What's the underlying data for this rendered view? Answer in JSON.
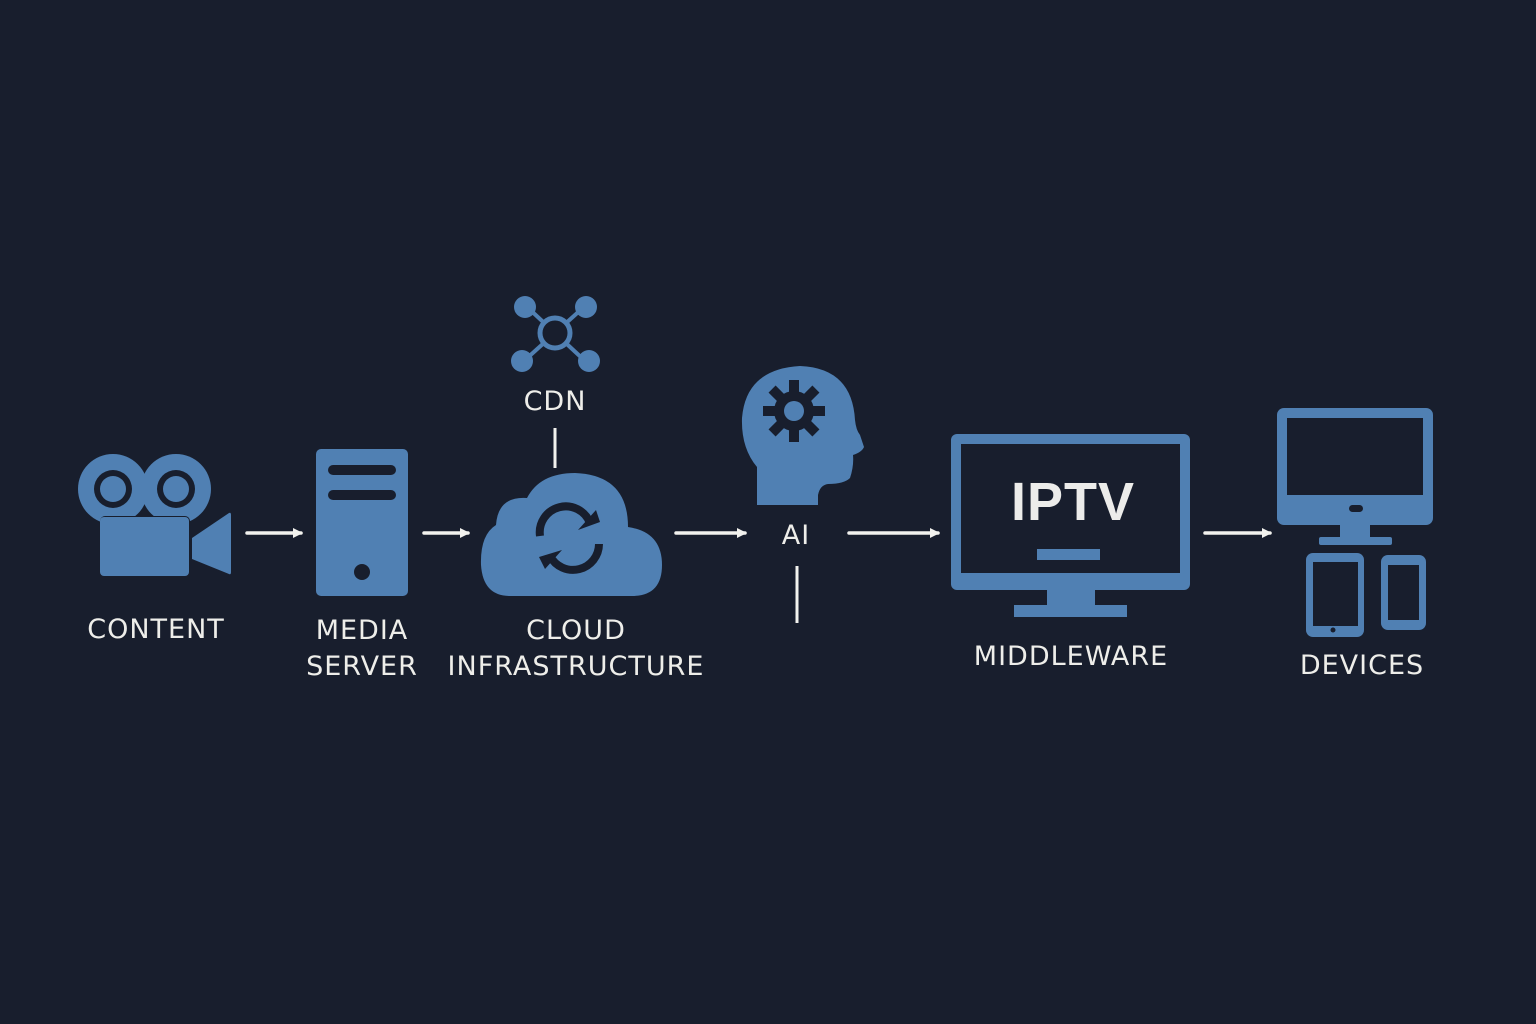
{
  "colors": {
    "background": "#181e2d",
    "icon": "#5080b3",
    "text": "#eeeeea",
    "arrow": "#f2f2ee"
  },
  "nodes": [
    {
      "id": "content",
      "label_lines": [
        "CONTENT"
      ],
      "icon": "movie-camera-icon"
    },
    {
      "id": "media-server",
      "label_lines": [
        "MEDIA",
        "SERVER"
      ],
      "icon": "server-tower-icon"
    },
    {
      "id": "cloud",
      "label_lines": [
        "CLOUD",
        "INFRASTRUCTURE"
      ],
      "icon": "cloud-sync-icon"
    },
    {
      "id": "ai",
      "label_lines": [
        "AI"
      ],
      "icon": "head-gear-icon"
    },
    {
      "id": "middleware",
      "label_lines": [
        "MIDDLEWARE"
      ],
      "icon": "monitor-icon",
      "screen_text": "IPTV"
    },
    {
      "id": "devices",
      "label_lines": [
        "DEVICES"
      ],
      "icon": "devices-icon"
    }
  ],
  "cdn": {
    "label": "CDN",
    "icon": "network-hub-icon",
    "attached_to": "cloud"
  },
  "edges": [
    {
      "from": "content",
      "to": "media-server"
    },
    {
      "from": "media-server",
      "to": "cloud"
    },
    {
      "from": "cloud",
      "to": "ai"
    },
    {
      "from": "ai",
      "to": "middleware"
    },
    {
      "from": "middleware",
      "to": "devices"
    },
    {
      "from": "cdn",
      "to": "cloud",
      "style": "line"
    }
  ]
}
